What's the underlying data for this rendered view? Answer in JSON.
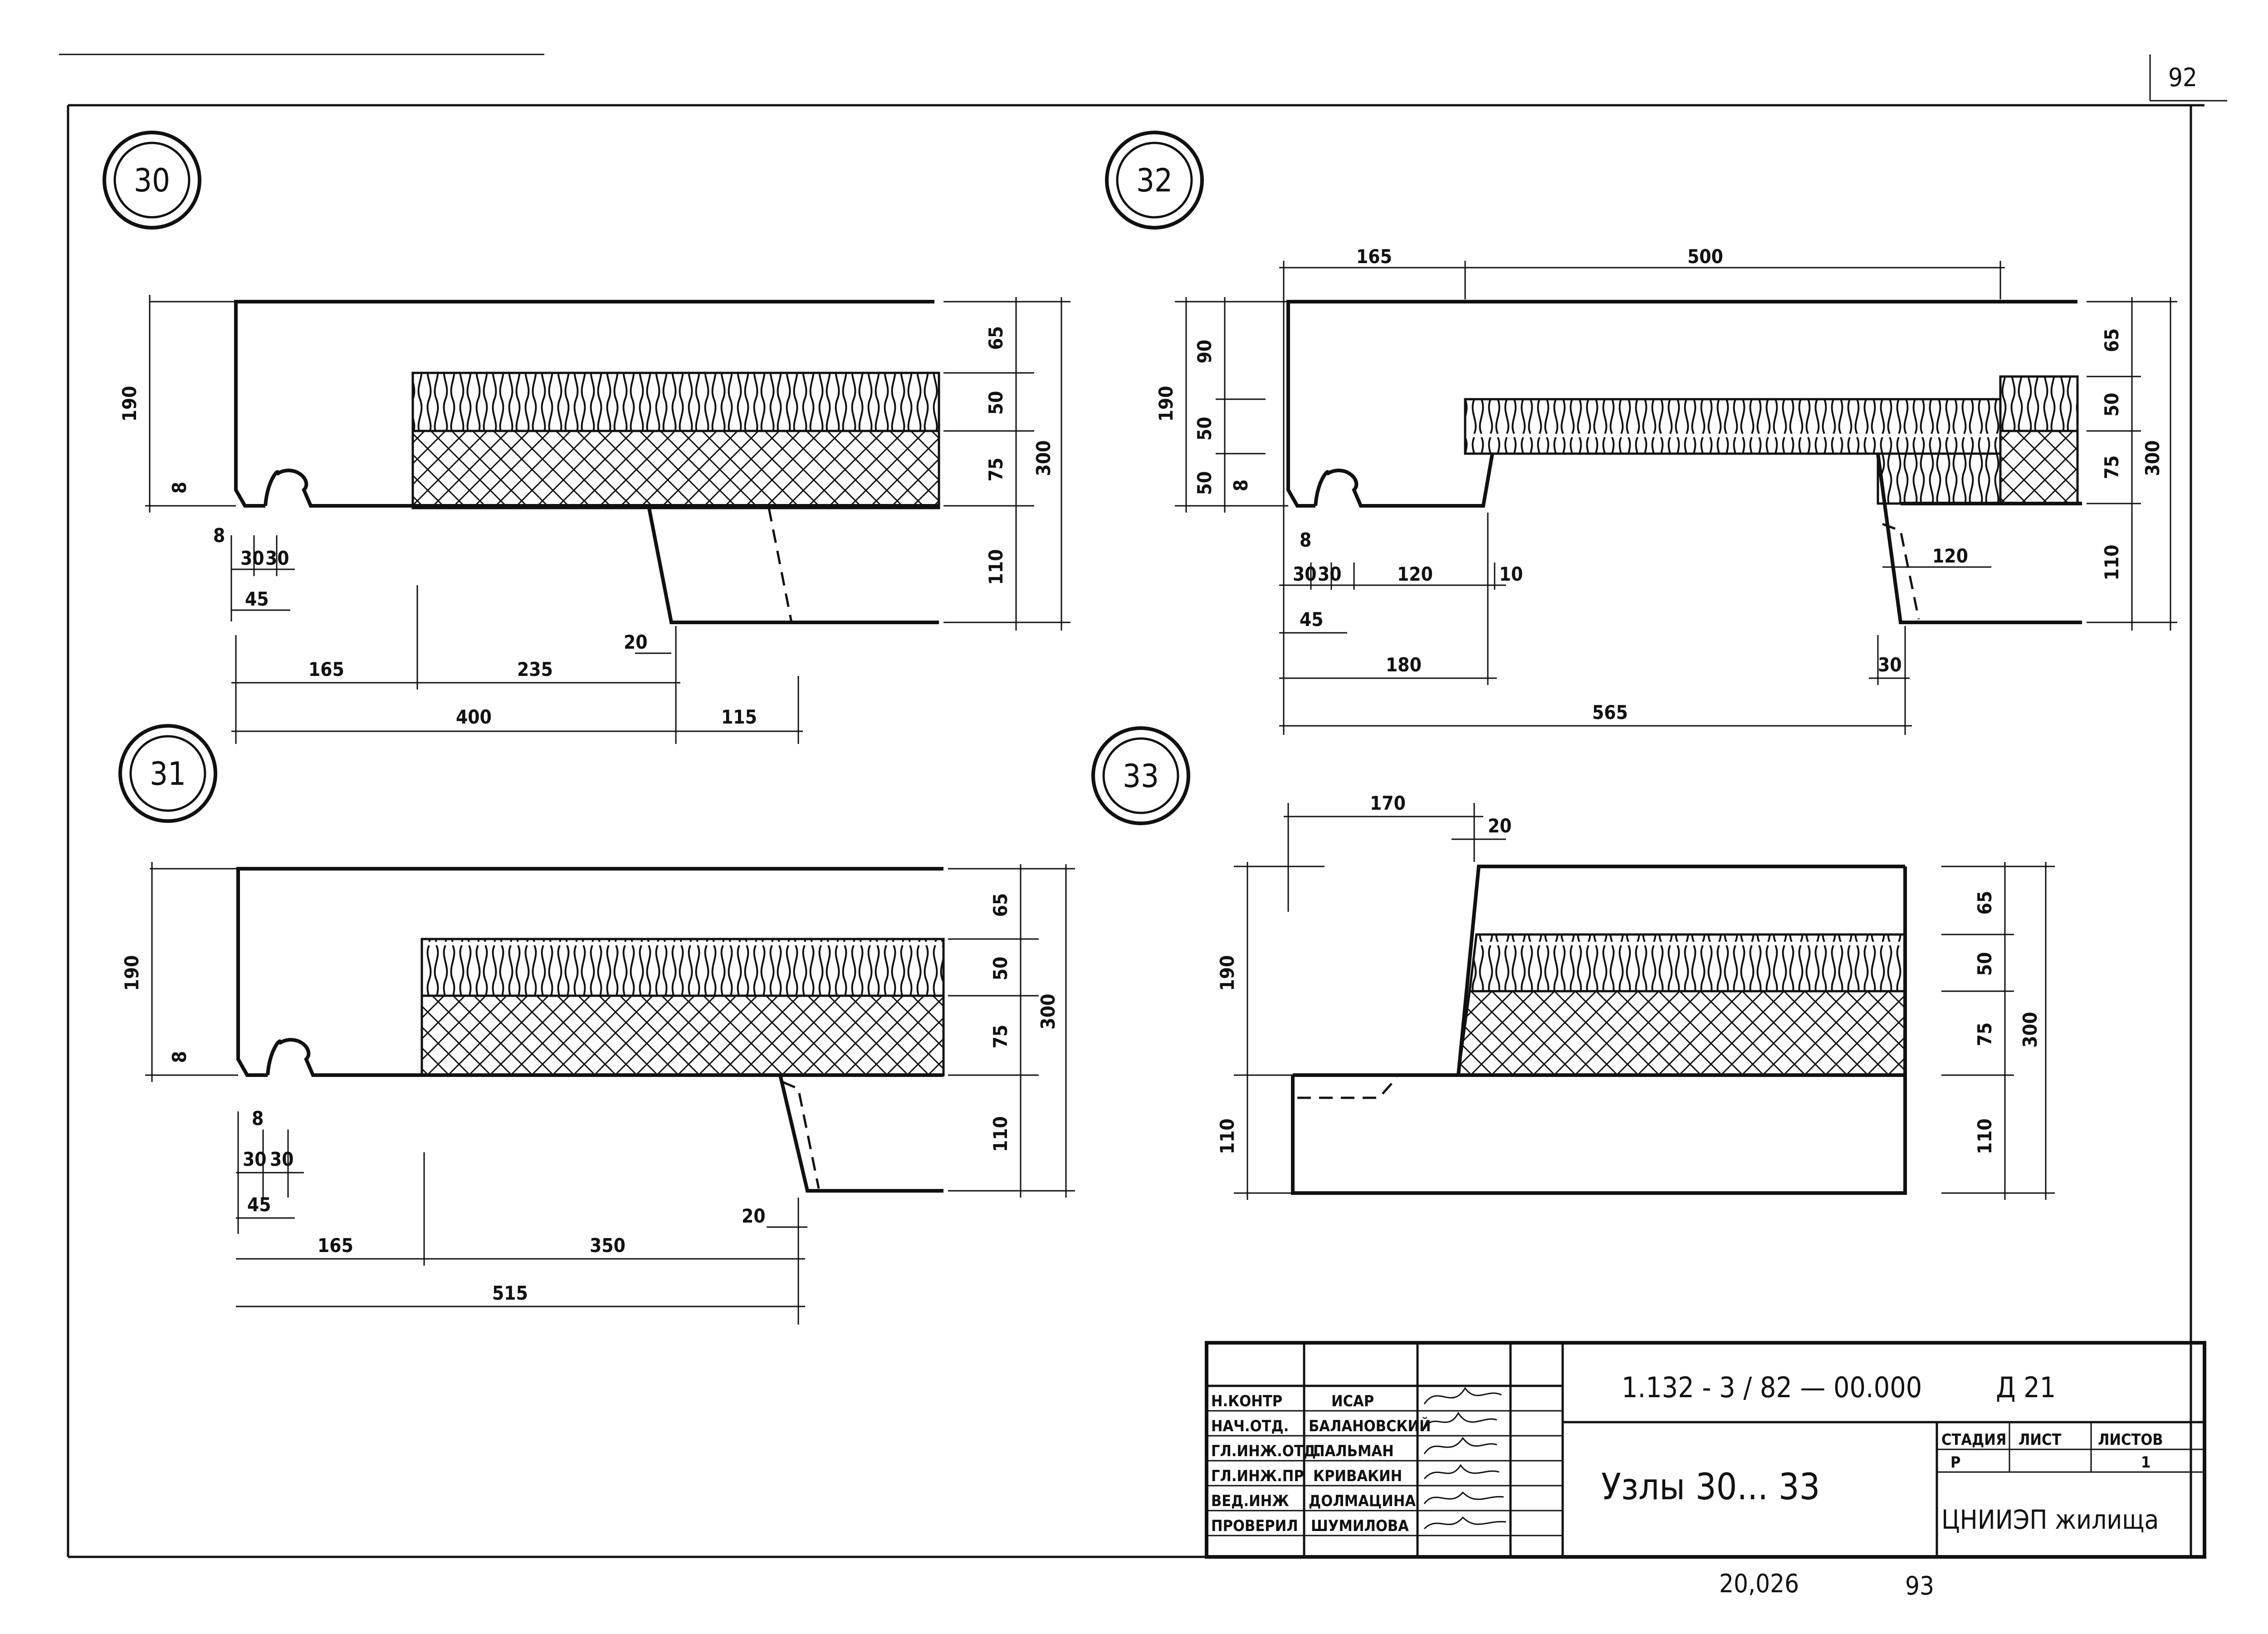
{
  "sheet": {
    "page_number": "92",
    "footer_left": "20,026",
    "footer_right": "93"
  },
  "nodes": {
    "n30": "30",
    "n31": "31",
    "n32": "32",
    "n33": "33"
  },
  "dims30": {
    "h190": "190",
    "h8": "8",
    "w8": "8",
    "w30a": "30",
    "w30b": "30",
    "w45": "45",
    "w165": "165",
    "w235": "235",
    "w20": "20",
    "w400": "400",
    "w115": "115",
    "r65": "65",
    "r50": "50",
    "r75": "75",
    "r110": "110",
    "r300": "300"
  },
  "dims31": {
    "h190": "190",
    "h8": "8",
    "w8": "8",
    "w30a": "30",
    "w30b": "30",
    "w45": "45",
    "w165": "165",
    "w350": "350",
    "w20": "20",
    "w515": "515",
    "r65": "65",
    "r50": "50",
    "r75": "75",
    "r110": "110",
    "r300": "300"
  },
  "dims32": {
    "t165": "165",
    "t500": "500",
    "h190": "190",
    "h90": "90",
    "h50": "50",
    "h50b": "50",
    "h8": "8",
    "w8": "8",
    "w30a": "30",
    "w30b": "30",
    "w120": "120",
    "w10": "10",
    "w45": "45",
    "w180": "180",
    "w565": "565",
    "w120r": "120",
    "w30r": "30",
    "r65": "65",
    "r50": "50",
    "r75": "75",
    "r110": "110",
    "r300": "300"
  },
  "dims33": {
    "t170": "170",
    "t20": "20",
    "h190": "190",
    "h110": "110",
    "r65": "65",
    "r50": "50",
    "r75": "75",
    "r110": "110",
    "r300": "300"
  },
  "title_block": {
    "roles": [
      "Н.КОНТР",
      "НАЧ.ОТД.",
      "ГЛ.ИНЖ.ОТД.",
      "ГЛ.ИНЖ.ПР",
      "ВЕД.ИНЖ",
      "ПРОВЕРИЛ"
    ],
    "names": [
      "ИСАР",
      "БАЛАНОВСКИЙ",
      "ПАЛЬМАН",
      "КРИВАКИН",
      "ДОЛМАЦИНА",
      "ШУМИЛОВА"
    ],
    "doc_code": "1.132 - 3 / 82 — 00.000",
    "sheet_code": "Д 21",
    "drawing_title": "Узлы 30... 33",
    "stage_label": "СТАДИЯ",
    "sheet_label": "ЛИСТ",
    "sheets_label": "ЛИСТОВ",
    "stage_value": "Р",
    "sheets_value": "1",
    "org": "ЦНИИЭП жилища"
  }
}
